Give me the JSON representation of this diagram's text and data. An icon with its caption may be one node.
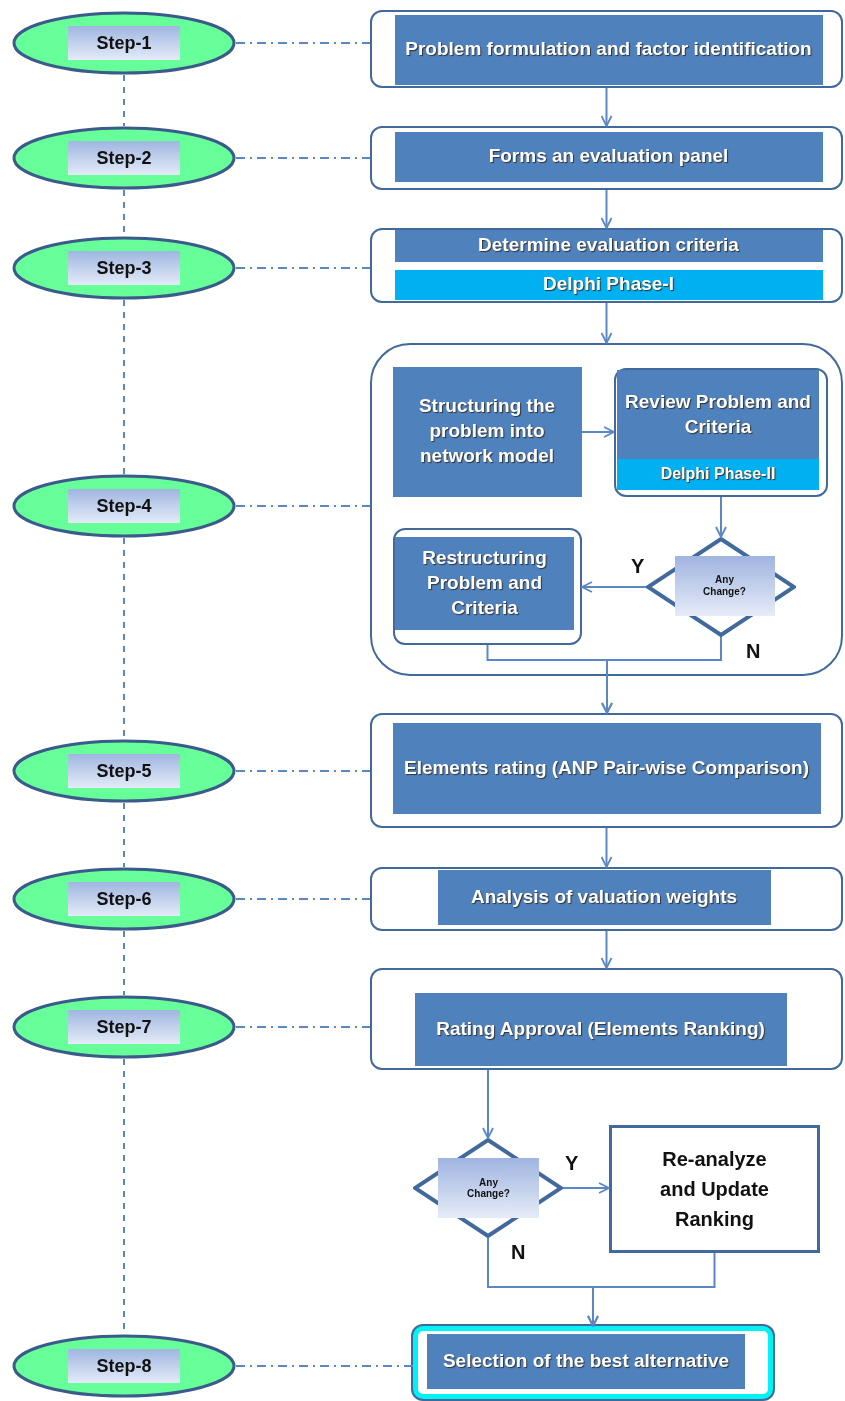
{
  "diagram": {
    "nodes": [
      {
        "text": [
          "Step-1"
        ]
      },
      {
        "text": [
          "Problem formulation and factor identification"
        ]
      },
      {
        "text": [
          "Step-2"
        ]
      },
      {
        "text": [
          "Forms an evaluation panel"
        ]
      },
      {
        "text": [
          "Step-3"
        ]
      },
      {
        "text": [
          "Determine evaluation criteria",
          "Delphi Phase-I"
        ]
      },
      {
        "text": [
          "Step-4"
        ]
      },
      {
        "text": [],
        "shape": "box"
      },
      {
        "text": [
          "Structuring the problem into network model"
        ],
        "in": 7
      },
      {
        "text": [
          "Review Problem and Criteria",
          "Delphi Phase-II"
        ],
        "in": 7
      },
      {
        "text": [
          "Any Change?"
        ],
        "in": 7
      },
      {
        "text": [
          "Restructuring Problem and Criteria"
        ],
        "in": 7
      },
      {
        "text": [
          "Step-5"
        ]
      },
      {
        "text": [
          "Elements rating (ANP Pair-wise Comparison)"
        ]
      },
      {
        "text": [
          "Step-6"
        ]
      },
      {
        "text": [
          "Analysis of valuation weights"
        ]
      },
      {
        "text": [
          "Step-7"
        ]
      },
      {
        "text": [
          "Rating Approval (Elements Ranking)"
        ]
      },
      {
        "text": [
          "Any Change?"
        ]
      },
      {
        "text": [
          "Re-analyze and Update Ranking"
        ]
      },
      {
        "text": [
          "Step-8"
        ]
      },
      {
        "text": [
          "Selection of the best alternative"
        ]
      }
    ],
    "edges": [
      {
        "from": 0,
        "to": 1,
        "arrow": "none",
        "style": "dashed"
      },
      {
        "from": 2,
        "to": 3,
        "arrow": "none",
        "style": "dashed"
      },
      {
        "from": 4,
        "to": 5,
        "arrow": "none",
        "style": "dashed"
      },
      {
        "from": 6,
        "to": 7,
        "arrow": "none",
        "style": "dashed"
      },
      {
        "from": 12,
        "to": 13,
        "arrow": "none",
        "style": "dashed"
      },
      {
        "from": 14,
        "to": 15,
        "arrow": "none",
        "style": "dashed"
      },
      {
        "from": 16,
        "to": 17,
        "arrow": "none",
        "style": "dashed"
      },
      {
        "from": 20,
        "to": 21,
        "arrow": "none",
        "style": "dashed"
      },
      {
        "from": 0,
        "to": 2,
        "arrow": "none",
        "style": "dashed"
      },
      {
        "from": 2,
        "to": 4,
        "arrow": "none",
        "style": "dashed"
      },
      {
        "from": 4,
        "to": 6,
        "arrow": "none",
        "style": "dashed"
      },
      {
        "from": 6,
        "to": 12,
        "arrow": "none",
        "style": "dashed"
      },
      {
        "from": 12,
        "to": 14,
        "arrow": "none",
        "style": "dashed"
      },
      {
        "from": 14,
        "to": 16,
        "arrow": "none",
        "style": "dashed"
      },
      {
        "from": 16,
        "to": 20,
        "arrow": "none",
        "style": "dashed"
      },
      {
        "from": 1,
        "to": 3,
        "arrow": "to"
      },
      {
        "from": 3,
        "to": 5,
        "arrow": "to"
      },
      {
        "from": 5,
        "to": 7,
        "arrow": "to"
      },
      {
        "from": 8,
        "to": 9,
        "arrow": "to"
      },
      {
        "from": 9,
        "to": 10,
        "arrow": "to"
      },
      {
        "from": 10,
        "to": 11,
        "arrow": "to",
        "label": "Y"
      },
      {
        "from": 11,
        "to": 13,
        "arrow": "to"
      },
      {
        "from": 10,
        "to": 13,
        "arrow": "to",
        "label": "N"
      },
      {
        "from": 13,
        "to": 15,
        "arrow": "to"
      },
      {
        "from": 15,
        "to": 17,
        "arrow": "to"
      },
      {
        "from": 17,
        "to": 18,
        "arrow": "to"
      },
      {
        "from": 18,
        "to": 19,
        "arrow": "to",
        "label": "Y"
      },
      {
        "from": 18,
        "to": 21,
        "arrow": "to",
        "label": "N"
      },
      {
        "from": 19,
        "to": 21,
        "arrow": "to"
      }
    ]
  }
}
